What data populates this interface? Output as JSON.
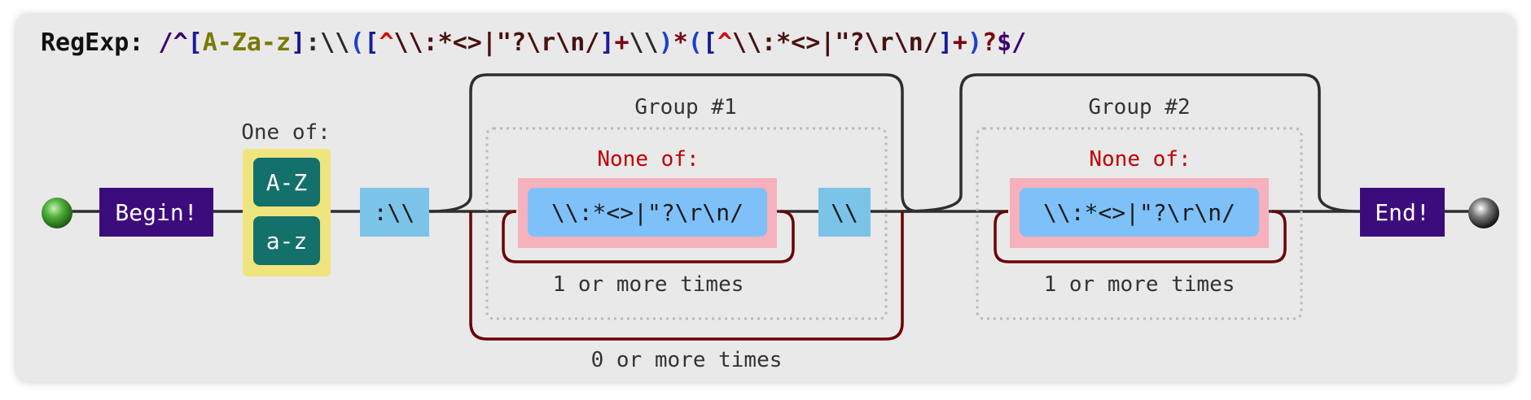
{
  "regexp": {
    "label": "RegExp:",
    "tokens": [
      {
        "text": "/",
        "color": "#3a006b"
      },
      {
        "text": "^",
        "color": "#3a006b"
      },
      {
        "text": "[",
        "color": "#1a1a9a"
      },
      {
        "text": "A-Za-z",
        "color": "#7a7a00"
      },
      {
        "text": "]",
        "color": "#1a1a9a"
      },
      {
        "text": ":\\\\",
        "color": "#2a2a2a"
      },
      {
        "text": "(",
        "color": "#1f3fd0"
      },
      {
        "text": "[",
        "color": "#1a1a9a"
      },
      {
        "text": "^",
        "color": "#d01010"
      },
      {
        "text": "\\\\:*<>|\"?\\r\\n/",
        "color": "#4a1010"
      },
      {
        "text": "]",
        "color": "#1a1a9a"
      },
      {
        "text": "+",
        "color": "#7a0010"
      },
      {
        "text": "\\\\",
        "color": "#2a2a2a"
      },
      {
        "text": ")",
        "color": "#1f3fd0"
      },
      {
        "text": "*",
        "color": "#7a0010"
      },
      {
        "text": "(",
        "color": "#1f3fd0"
      },
      {
        "text": "[",
        "color": "#1a1a9a"
      },
      {
        "text": "^",
        "color": "#d01010"
      },
      {
        "text": "\\\\:*<>|\"?\\r\\n/",
        "color": "#4a1010"
      },
      {
        "text": "]",
        "color": "#1a1a9a"
      },
      {
        "text": "+",
        "color": "#7a0010"
      },
      {
        "text": ")",
        "color": "#1f3fd0"
      },
      {
        "text": "?",
        "color": "#7a0010"
      },
      {
        "text": "$",
        "color": "#3a006b"
      },
      {
        "text": "/",
        "color": "#3a006b"
      }
    ]
  },
  "diagram": {
    "begin_label": "Begin!",
    "end_label": "End!",
    "one_of_label": "One of:",
    "range_az_upper": "A-Z",
    "range_az_lower": "a-z",
    "literal_colon_backslash": ":\\\\",
    "group1_label": "Group #1",
    "group2_label": "Group #2",
    "none_of_label_1": "None of:",
    "none_of_label_2": "None of:",
    "charset_1": "\\\\:*<>|\"?\\r\\n/",
    "charset_2": "\\\\:*<>|\"?\\r\\n/",
    "literal_backslash": "\\\\",
    "repeat_1_or_more_1": "1 or more times",
    "repeat_1_or_more_2": "1 or more times",
    "repeat_0_or_more": "0 or more times"
  },
  "colors": {
    "begin_end_fill": "#3d0c7c",
    "one_of_bg": "#efe47e",
    "range_fill": "#13706a",
    "literal_fill": "#7bc3e8",
    "none_of_bg": "#f7b1bd",
    "charset_fill": "#7ec1f9",
    "loop_stroke": "#6b0000",
    "none_of_text": "#c00000",
    "start_dot": "#3c9b2c",
    "end_dot": "#2a2a2a"
  }
}
